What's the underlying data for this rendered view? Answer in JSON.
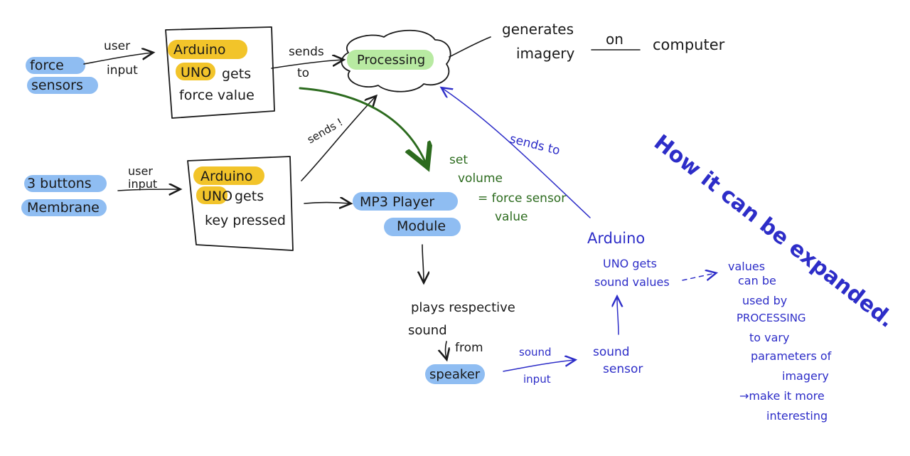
{
  "colors": {
    "ink": "#1a1a1a",
    "blue_ink": "#2d2dc8",
    "green_ink": "#2c6b1e",
    "highlight_blue": "#8fbdf2",
    "highlight_yellow": "#f2c42a",
    "highlight_green": "#b8eaa2"
  },
  "inputs": {
    "force_line1": "force",
    "force_line2": "sensors",
    "buttons_line1": "3 buttons",
    "buttons_line2": "Membrane",
    "user_input_1a": "user",
    "user_input_1b": "input",
    "user_input_2a": "user",
    "user_input_2b": "input"
  },
  "arduino_top": {
    "line1": "Arduino",
    "line2a": "UNO",
    "line2b": "gets",
    "line3": "force value"
  },
  "arduino_mid": {
    "line1": "Arduino",
    "line2a": "UNO",
    "line2b": "gets",
    "line3": "key pressed"
  },
  "labels": {
    "sends_to_a": "sends",
    "sends_to_b": "to",
    "sends_mid": "sends !",
    "processing": "Processing",
    "generates_a": "generates",
    "generates_b": "imagery",
    "on": "on",
    "computer": "computer",
    "mp3_a": "MP3 Player",
    "mp3_b": "Module",
    "set_volume_a": "set",
    "set_volume_b": "volume",
    "set_volume_c": "= force sensor",
    "set_volume_d": "value",
    "plays_a": "plays respective",
    "plays_b": "sound",
    "from": "from",
    "speaker": "speaker",
    "sound_input_a": "sound",
    "sound_input_b": "input"
  },
  "expansion": {
    "sends_to": "sends to",
    "arduino": "Arduino",
    "uno_gets": "UNO gets",
    "sound_values": "sound values",
    "sound_sensor_a": "sound",
    "sound_sensor_b": "sensor",
    "values": [
      "values",
      "can be",
      "used by",
      "PROCESSING",
      "to vary",
      "parameters of",
      "imagery",
      "→make it more",
      "interesting"
    ],
    "how_expanded": "How it can be expanded."
  }
}
